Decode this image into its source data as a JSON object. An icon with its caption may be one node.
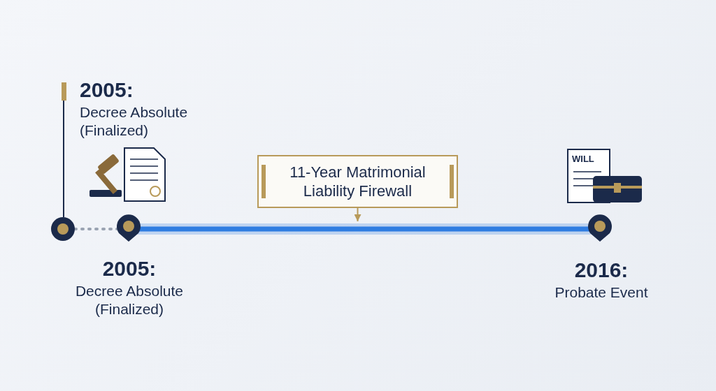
{
  "diagram": {
    "nodes": [
      {
        "text": [
          "2005:",
          "Decree Absolute (Finalized)"
        ]
      },
      {
        "text": [],
        "shape": "circle"
      },
      {
        "text": [],
        "shape": "pin",
        "beside": [
          "2005:",
          "Decree Absolute (Finalized)"
        ]
      },
      {
        "text": [],
        "shape": "pin",
        "beside": [
          "2016:",
          "Probate Event"
        ]
      },
      {
        "text": [
          "11-Year Matrimonial Liability Firewall"
        ]
      }
    ],
    "edges": [
      {
        "from": 0,
        "to": 1,
        "arrow": "none"
      },
      {
        "from": 1,
        "to": 2,
        "arrow": "none",
        "style": "dashed",
        "color": "#9aa3b2"
      },
      {
        "from": 2,
        "to": 3,
        "arrow": "none",
        "style": "thick",
        "color": "#2f7de1"
      },
      {
        "from": 4,
        "to": null,
        "arrow": "to",
        "color": "#b89a5a"
      }
    ],
    "labels": [
      "WILL"
    ]
  }
}
